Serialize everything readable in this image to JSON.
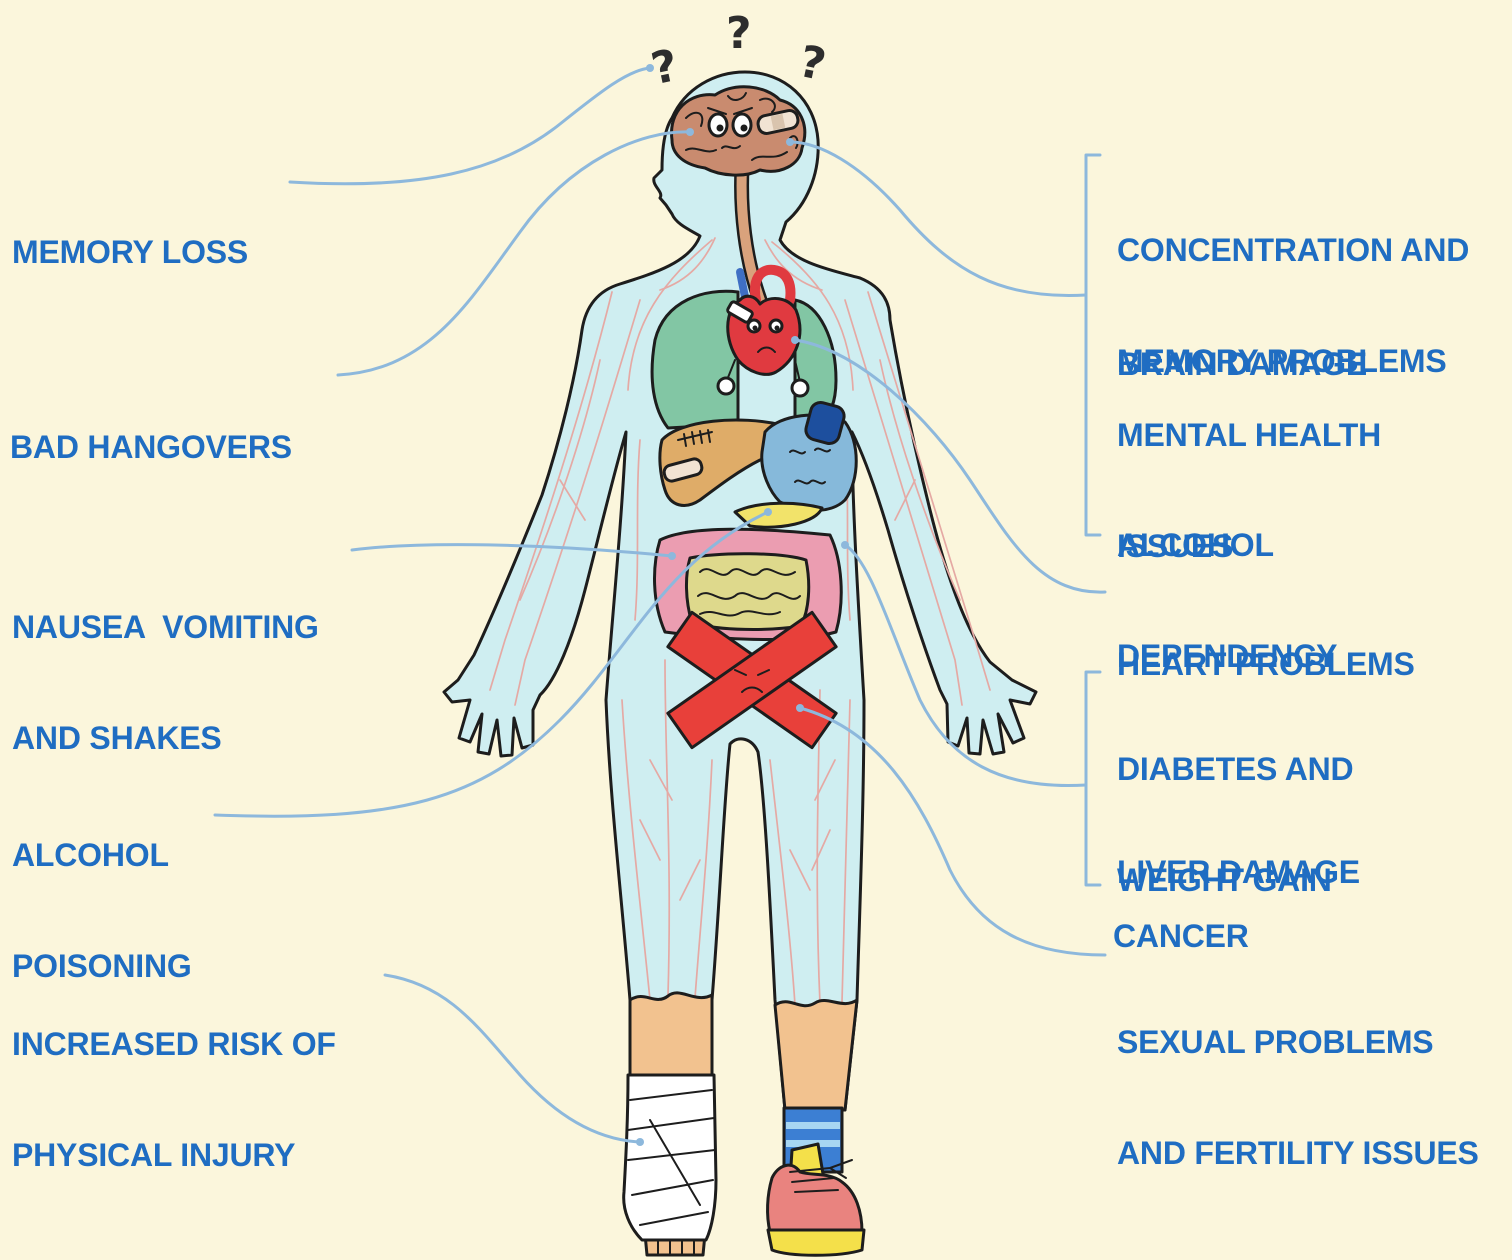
{
  "question_marks": [
    "?",
    "?",
    "?"
  ],
  "left_labels": {
    "memory_loss": "MEMORY LOSS",
    "bad_hangovers": "BAD HANGOVERS",
    "nausea": [
      "NAUSEA  VOMITING",
      "AND SHAKES"
    ],
    "alcohol_poisoning": [
      "ALCOHOL",
      "POISONING"
    ],
    "physical_injury": [
      "INCREASED RISK OF",
      "PHYSICAL INJURY"
    ]
  },
  "right_labels": {
    "brain_group": {
      "concentration": [
        "CONCENTRATION AND",
        "MEMORY PROBLEMS"
      ],
      "brain_damage": "BRAIN DAMAGE",
      "mental_health": [
        "MENTAL HEALTH",
        "ISSUES"
      ],
      "alcohol_dependency": [
        "ALCOHOL",
        "DEPENDENCY"
      ]
    },
    "heart_problems": "HEART PROBLEMS",
    "body_group": {
      "diabetes": [
        "DIABETES AND",
        "WEIGHT GAIN"
      ],
      "liver_damage": "LIVER DAMAGE",
      "cancer": "CANCER"
    },
    "sexual_problems": [
      "SEXUAL PROBLEMS",
      "AND FERTILITY ISSUES"
    ]
  },
  "colors": {
    "background": "#fbf6dc",
    "label_text": "#1f6dc2",
    "connector": "#8db8dc",
    "body": "#cfeef1",
    "outline": "#1d1d1d",
    "veins": "#e5a9a4",
    "brain": "#c98b6f",
    "band_aid": "#f1e3d3",
    "heart": "#e03a40",
    "heart_hands": "#ffffff",
    "lungs": "#82c6a4",
    "liver": "#dfac68",
    "stomach": "#86b9da",
    "ice_pack": "#1d4f9e",
    "pancreas": "#f2e36a",
    "large_intestine": "#eb9db1",
    "small_intestine": "#ded98c",
    "red_x": "#e8403a",
    "skin": "#f2c28f",
    "cast": "#ffffff",
    "sock": "#3c7fd3",
    "sock_stripe": "#a7d6f2",
    "shoe": "#e9837f",
    "shoe_sole": "#f4e04a",
    "esophagus": "#d9a27c",
    "question_mark": "#2d2d2d"
  }
}
